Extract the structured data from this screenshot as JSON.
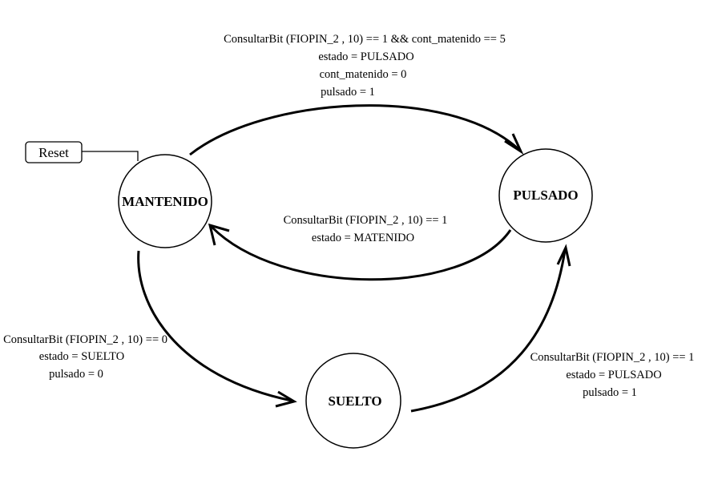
{
  "states": {
    "mantenido": "MANTENIDO",
    "pulsado": "PULSADO",
    "suelto": "SUELTO"
  },
  "reset": {
    "label": "Reset"
  },
  "transitions": {
    "mantenido_to_pulsado": [
      "ConsultarBit (FIOPIN_2 , 10) == 1 &&  cont_matenido == 5",
      "estado = PULSADO",
      "cont_matenido = 0",
      "pulsado = 1"
    ],
    "pulsado_to_mantenido": [
      "ConsultarBit (FIOPIN_2 , 10) == 1",
      "estado = MATENIDO"
    ],
    "mantenido_to_suelto": [
      "ConsultarBit (FIOPIN_2 , 10) == 0",
      "estado = SUELTO",
      "pulsado = 0"
    ],
    "suelto_to_pulsado": [
      "ConsultarBit (FIOPIN_2 , 10) == 1",
      "estado = PULSADO",
      "pulsado = 1"
    ]
  },
  "colors": {
    "stroke": "#000000",
    "background": "#ffffff"
  }
}
